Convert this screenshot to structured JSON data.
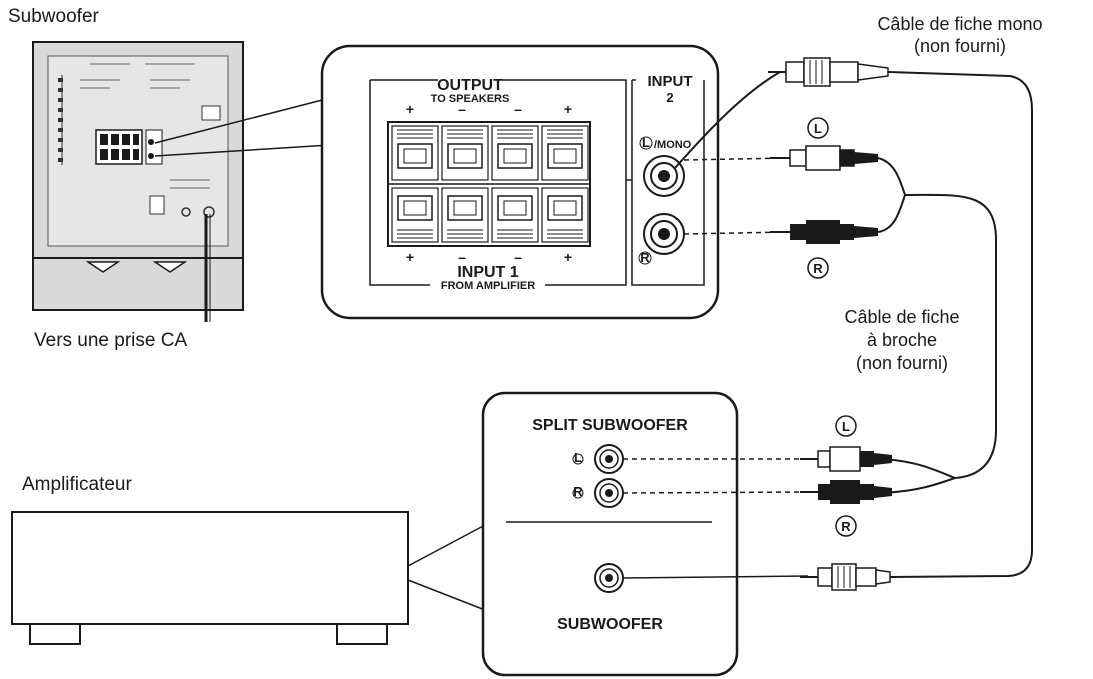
{
  "labels": {
    "subwoofer": "Subwoofer",
    "ac_outlet": "Vers une prise CA",
    "amplifier": "Amplificateur",
    "mono_cable": [
      "Câble de fiche mono",
      "(non fourni)"
    ],
    "pin_cable": [
      "Câble de fiche",
      "à broche",
      "(non fourni)"
    ]
  },
  "panel_speaker": {
    "output": "OUTPUT",
    "to_speakers": "TO SPEAKERS",
    "input1": "INPUT 1",
    "from_amplifier": "FROM AMPLIFIER",
    "input2": "INPUT",
    "input2_num": "2",
    "mono": "/MONO",
    "left": "L",
    "right": "R",
    "plus": "+",
    "minus": "–"
  },
  "panel_amp": {
    "split_subwoofer": "SPLIT SUBWOOFER",
    "subwoofer": "SUBWOOFER",
    "left": "L",
    "right": "R"
  },
  "plug_marks": {
    "left": "L",
    "right": "R"
  },
  "colors": {
    "ink": "#1a1a1a",
    "device_fill": "#d9d9d9",
    "panel_fill": "#ffffff",
    "plug_black": "#1a1a1a"
  }
}
